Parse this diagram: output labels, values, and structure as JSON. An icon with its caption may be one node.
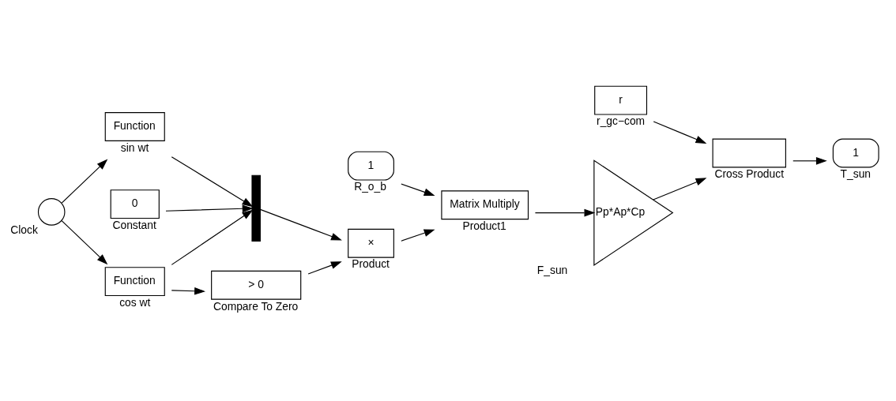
{
  "diagram": {
    "nodes": [
      {
        "text": [
          "r"
        ],
        "beside": [
          "r_gc−com"
        ]
      },
      {
        "text": [
          "1"
        ],
        "beside": [
          "R_o_b"
        ]
      },
      {
        "text": [],
        "shape": "circle",
        "beside": [
          "Clock"
        ]
      },
      {
        "text": [
          "Function"
        ],
        "beside": [
          "sin wt"
        ]
      },
      {
        "text": [
          "0"
        ],
        "beside": [
          "Constant"
        ]
      },
      {
        "text": [],
        "shape": "bar"
      },
      {
        "text": [
          "Function"
        ],
        "beside": [
          "cos wt"
        ]
      },
      {
        "text": [
          "> 0"
        ],
        "beside": [
          "Compare To Zero"
        ]
      },
      {
        "text": [
          "×"
        ],
        "beside": [
          "Product"
        ]
      },
      {
        "text": [
          "Matrix Multiply"
        ],
        "beside": [
          "Product1"
        ]
      },
      {
        "text": [
          "Pp*Ap*Cp"
        ],
        "beside": [
          "F_sun"
        ]
      },
      {
        "text": [],
        "shape": "box",
        "beside": [
          "Cross Product"
        ]
      },
      {
        "text": [
          "1"
        ],
        "beside": [
          "T_sun"
        ]
      }
    ],
    "edges": [
      {
        "from": 2,
        "to": 3,
        "arrow": "to"
      },
      {
        "from": 2,
        "to": 6,
        "arrow": "to"
      },
      {
        "from": 3,
        "to": 5,
        "arrow": "to"
      },
      {
        "from": 4,
        "to": 5,
        "arrow": "to"
      },
      {
        "from": 6,
        "to": 5,
        "arrow": "to"
      },
      {
        "from": 6,
        "to": 7,
        "arrow": "to"
      },
      {
        "from": 5,
        "to": 8,
        "arrow": "to"
      },
      {
        "from": 7,
        "to": 8,
        "arrow": "to"
      },
      {
        "from": 1,
        "to": 9,
        "arrow": "to"
      },
      {
        "from": 8,
        "to": 9,
        "arrow": "to"
      },
      {
        "from": 9,
        "to": 10,
        "arrow": "to"
      },
      {
        "from": 10,
        "to": 11,
        "arrow": "to"
      },
      {
        "from": 0,
        "to": 11,
        "arrow": "to"
      },
      {
        "from": 11,
        "to": 12,
        "arrow": "to"
      }
    ]
  }
}
